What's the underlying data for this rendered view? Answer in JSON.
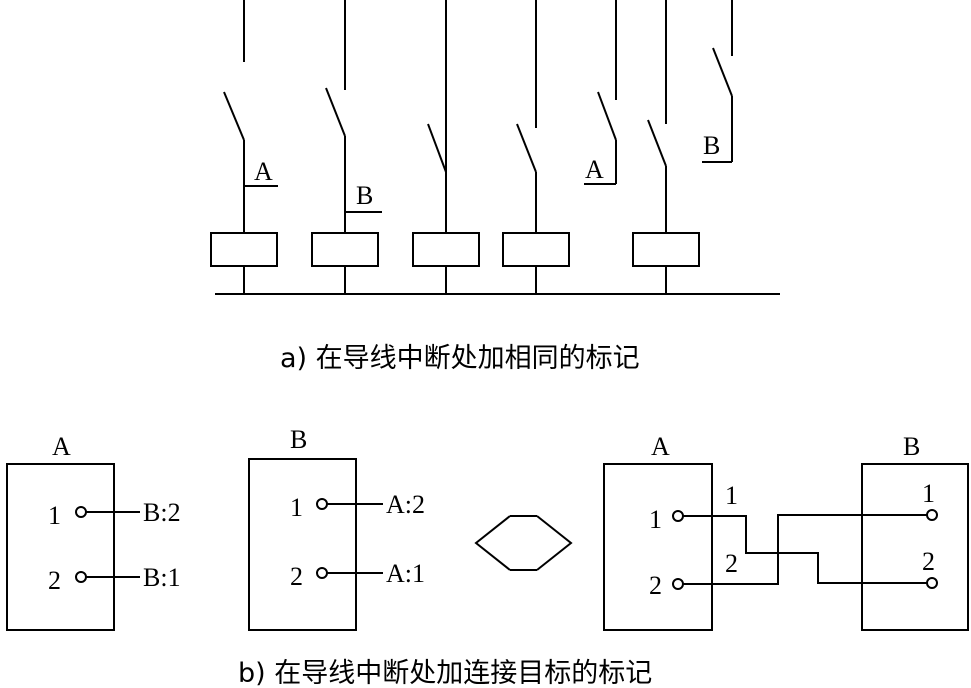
{
  "diagram_a": {
    "caption": "a) 在导线中断处加相同的标记",
    "label_a1": "A",
    "label_b1": "B",
    "label_a2": "A",
    "label_b2": "B"
  },
  "diagram_b": {
    "caption": "b) 在导线中断处加连接目标的标记",
    "left_a": {
      "title": "A",
      "pin1": "1",
      "pin2": "2",
      "ref1": "B:2",
      "ref2": "B:1"
    },
    "left_b": {
      "title": "B",
      "pin1": "1",
      "pin2": "2",
      "ref1": "A:2",
      "ref2": "A:1"
    },
    "right_a": {
      "title": "A",
      "pin1": "1",
      "pin2": "2",
      "wire1": "1",
      "wire2": "2"
    },
    "right_b": {
      "title": "B",
      "pin1": "1",
      "pin2": "2"
    }
  }
}
